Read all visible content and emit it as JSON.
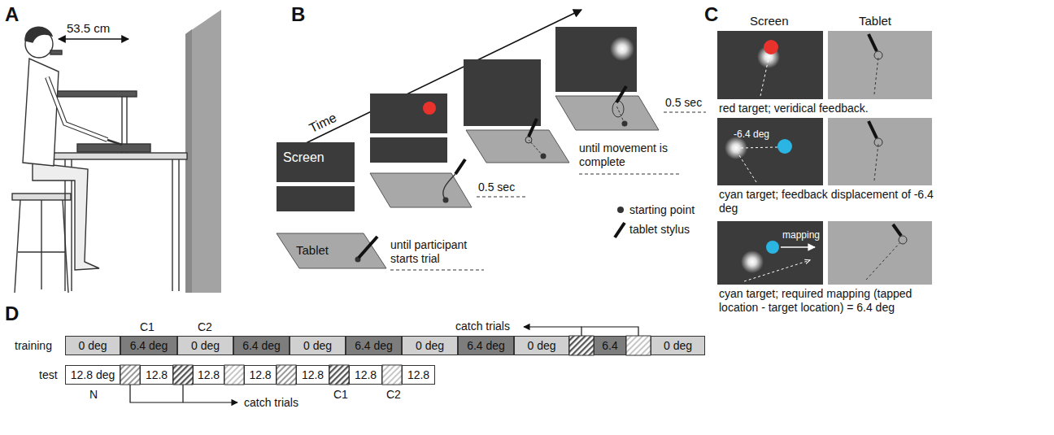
{
  "diagram": {
    "nodes": [
      {
        "text": [
          "Screen"
        ]
      },
      {
        "text": [
          "Tablet"
        ]
      },
      {
        "text": [
          "0 deg"
        ]
      },
      {
        "text": [
          "6.4 deg"
        ]
      },
      {
        "text": [
          "0 deg"
        ]
      },
      {
        "text": [
          "6.4 deg"
        ]
      },
      {
        "text": [
          "0 deg"
        ]
      },
      {
        "text": [
          "6.4 deg"
        ]
      },
      {
        "text": [
          "0 deg"
        ]
      },
      {
        "text": [
          "6.4 deg"
        ]
      },
      {
        "text": [
          "0 deg"
        ]
      },
      {
        "text": [
          "6.4"
        ]
      },
      {
        "text": [
          "0 deg"
        ]
      },
      {
        "text": [
          "12.8 deg"
        ]
      },
      {
        "text": [
          "12.8"
        ]
      },
      {
        "text": [
          "12.8"
        ]
      },
      {
        "text": [
          "12.8"
        ]
      },
      {
        "text": [
          "12.8"
        ]
      },
      {
        "text": [
          "12.8"
        ]
      },
      {
        "text": [
          "12.8"
        ]
      }
    ],
    "labels": [
      "A",
      "53.5 cm",
      "B",
      "Time",
      "until participant starts trial",
      "0.5 sec",
      "until movement is complete",
      "0.5 sec",
      "starting point",
      "tablet stylus",
      "C",
      "Screen",
      "Tablet",
      "red target; veridical feedback.",
      "-6.4 deg",
      "cyan target; feedback displacement of -6.4 deg",
      "mapping",
      "cyan target; required mapping (tapped location - target location) = 6.4 deg",
      "D",
      "C1",
      "C2",
      "catch trials",
      "training",
      "test",
      "N",
      "catch trials",
      "C1",
      "C2"
    ]
  }
}
